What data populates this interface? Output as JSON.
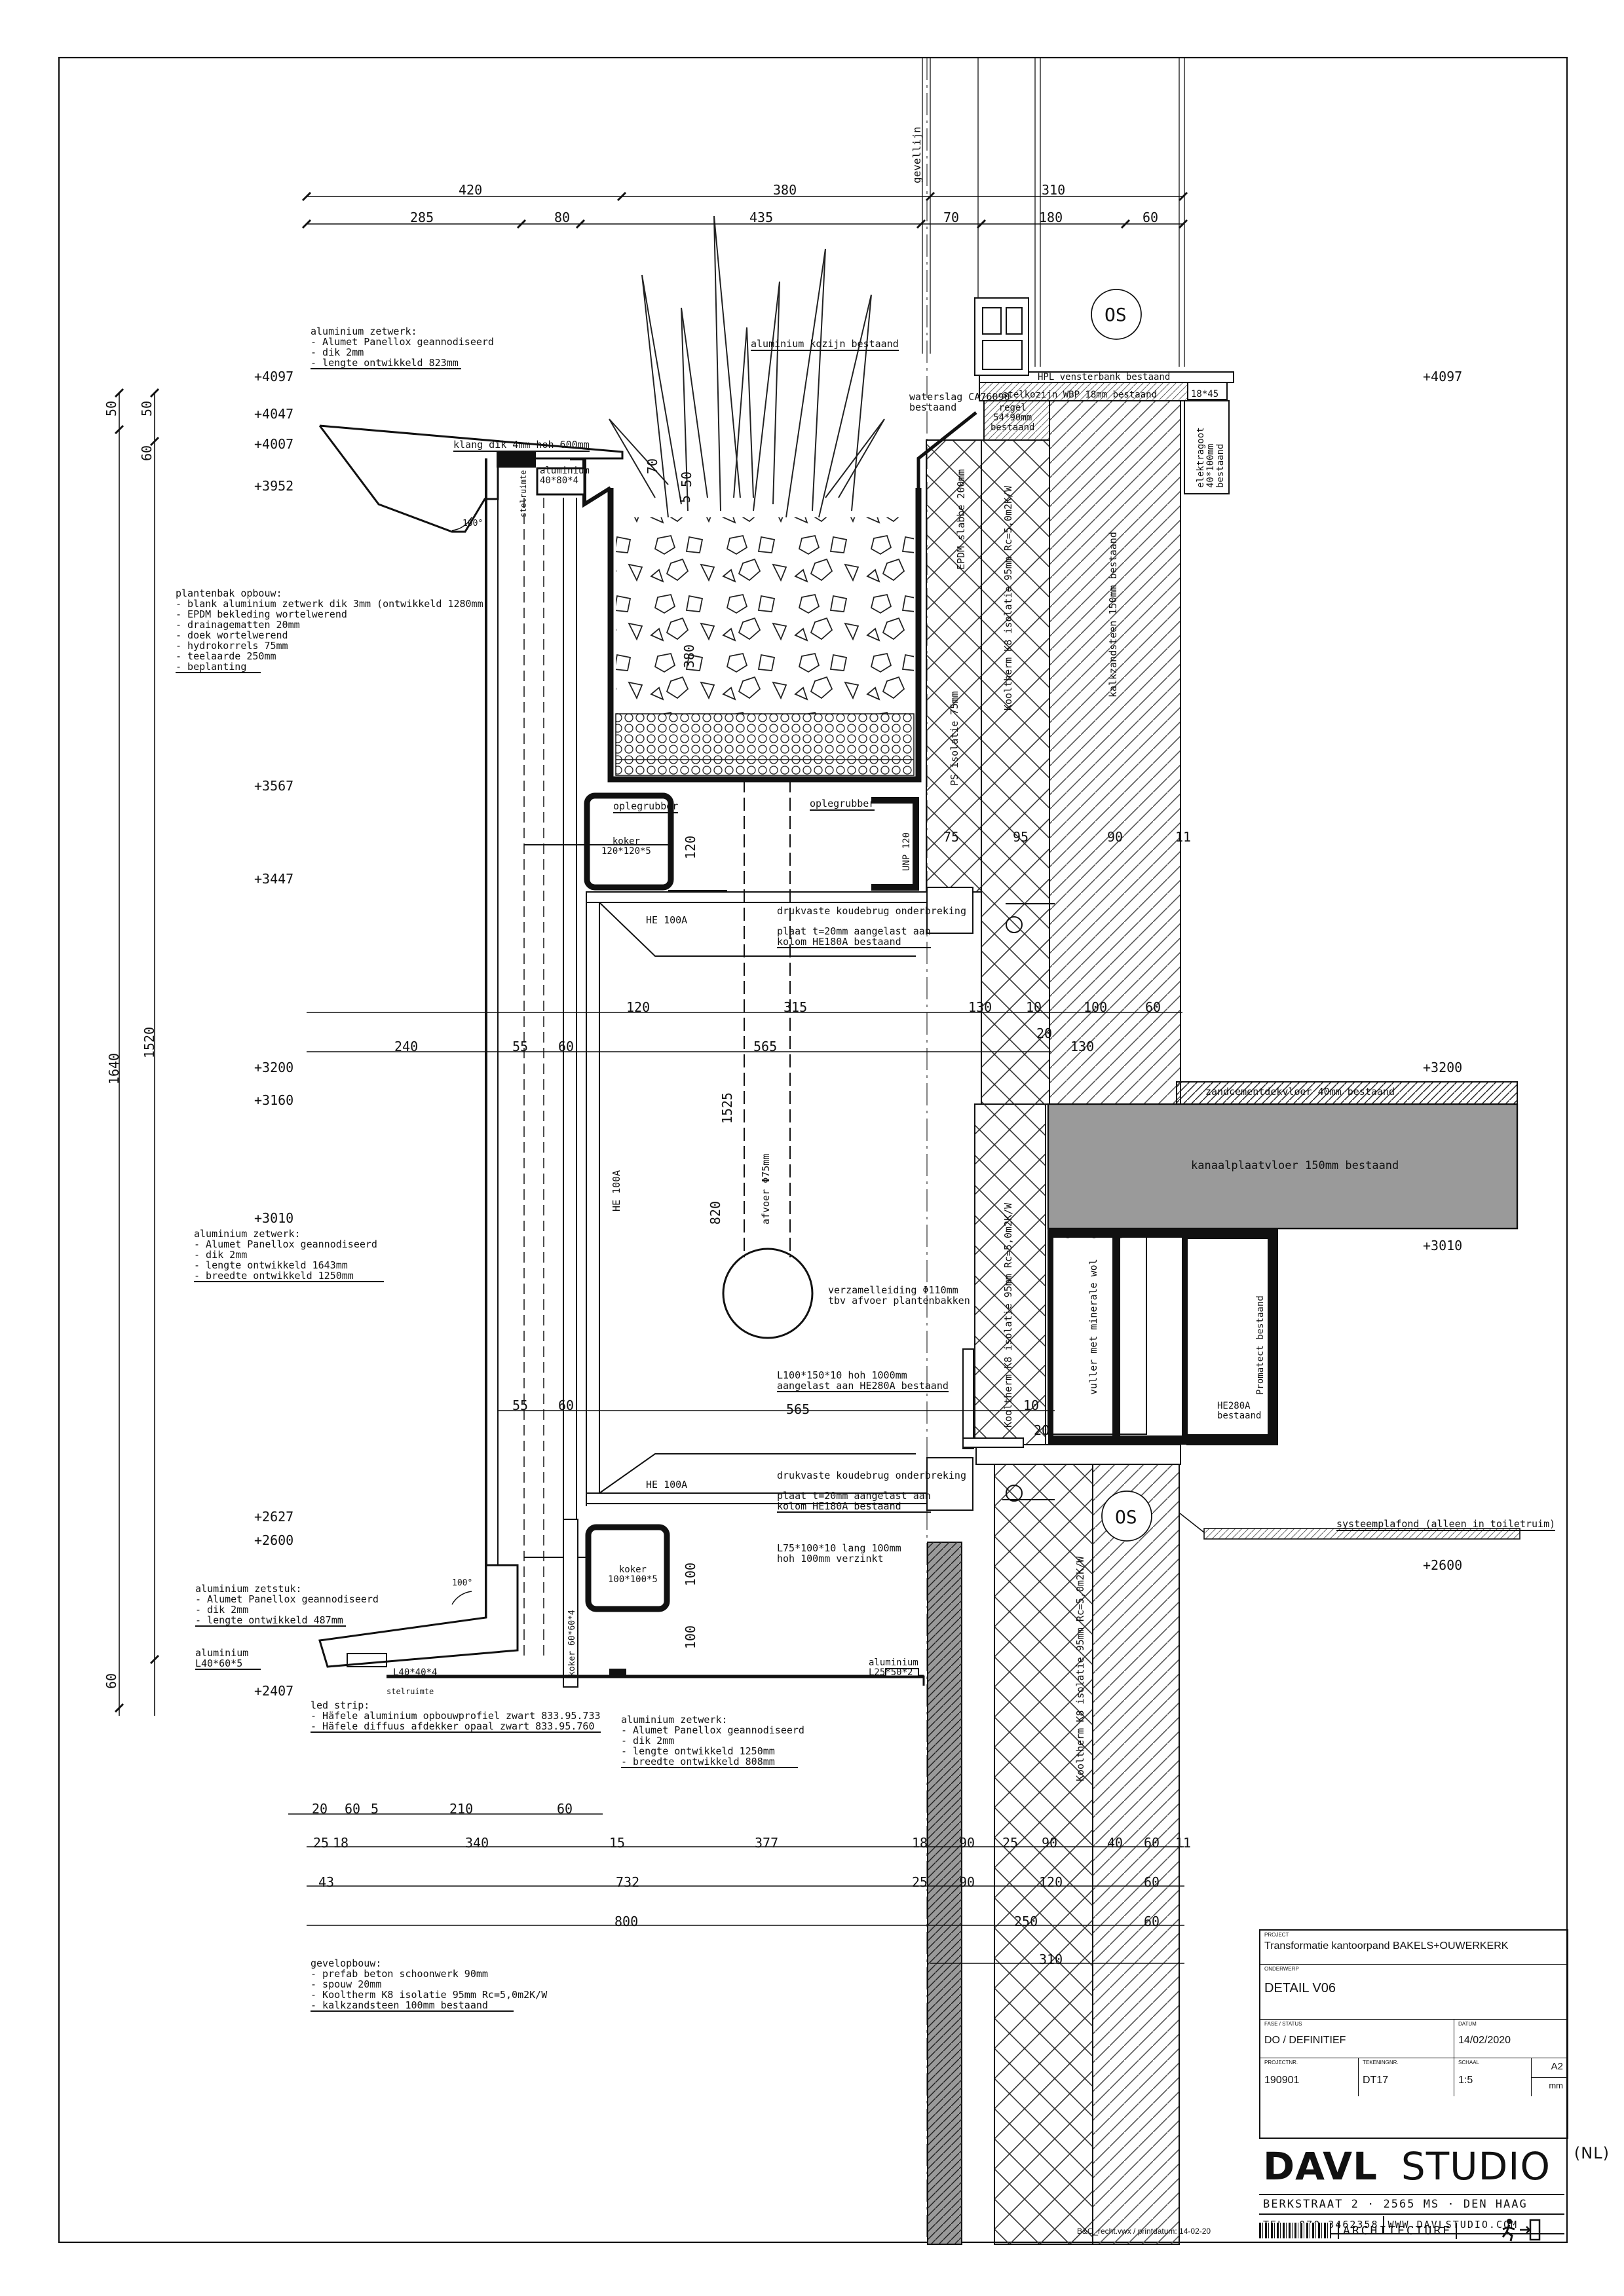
{
  "dims": {
    "top_row1": [
      "420",
      "380",
      "310"
    ],
    "top_row2": [
      "285",
      "80",
      "435",
      "70",
      "180",
      "60"
    ],
    "left_outer": [
      "50",
      "50",
      "1640"
    ],
    "left_inner": [
      "60",
      "1520",
      "60"
    ],
    "inner_mid": [
      "120",
      "315",
      "130",
      "10",
      "20",
      "100",
      "60"
    ],
    "row_3200": [
      "240",
      "55",
      "60",
      "565",
      "130"
    ],
    "unp_row": [
      "75",
      "95",
      "90",
      "11"
    ],
    "vert": [
      "70",
      "5",
      "50",
      "380",
      "120",
      "1525",
      "820",
      "100",
      "100"
    ],
    "lower_row": [
      "55",
      "60",
      "565",
      "10",
      "20"
    ],
    "bot_a": [
      "20",
      "60",
      "5",
      "210",
      "60"
    ],
    "bot_b": [
      "25",
      "18",
      "340",
      "15",
      "377",
      "18",
      "90",
      "25",
      "90",
      "40",
      "60",
      "11"
    ],
    "bot_c": [
      "43",
      "732",
      "25",
      "90",
      "120",
      "60"
    ],
    "bot_d": [
      "800",
      "250",
      "60"
    ],
    "bot_e": [
      "310"
    ]
  },
  "levels": {
    "l4097a": "+4097",
    "l4047": "+4047",
    "l4007": "+4007",
    "l3952": "+3952",
    "l3567": "+3567",
    "l3447": "+3447",
    "l3200": "+3200",
    "l3160": "+3160",
    "l3010": "+3010",
    "l2627": "+2627",
    "l2600": "+2600",
    "l2407": "+2407",
    "r4097": "+4097",
    "r3200": "+3200",
    "r3010": "+3010",
    "r2600": "+2600"
  },
  "labels": {
    "gevellijn": "gevellijn",
    "os": "OS",
    "zetwerk1": [
      "aluminium zetwerk:",
      "- Alumet Panellox geannodiseerd",
      "- dik 2mm",
      "- lengte ontwikkeld 823mm"
    ],
    "klang": "klang dik 4mm hoh 600mm",
    "alu_kozijn": "aluminium kozijn bestaand",
    "waterslag": [
      "waterslag CA76090",
      "bestaand"
    ],
    "hpl": "HPL vensterbank bestaand",
    "stelkozijn": "stelkozijn WBP 18mm bestaand",
    "k18": "18*45",
    "regel": [
      "regel",
      "54*90mm",
      "bestaand"
    ],
    "elektragoot": [
      "elektragoot",
      "40*100mm",
      "bestaand"
    ],
    "alu_box": [
      "aluminium",
      "40*80*4"
    ],
    "stelruimte": "stelruimte",
    "plantenbak": [
      "plantenbak opbouw:",
      "- blank aluminium zetwerk dik 3mm (ontwikkeld 1280mm)",
      "- EPDM bekleding wortelwerend",
      "- drainagematten 20mm",
      "- doek wortelwerend",
      "- hydrokorrels 75mm",
      "- teelaarde 250mm",
      "- beplanting"
    ],
    "epdm": "EPDM slabbe 200mm",
    "kooltherm_top": "Kooltherm K8 isolatie 95mm Rc=5,0m2K/W",
    "kalkzandsteen": "kalkzandsteen 150mm bestaand",
    "ps": "PS isolatie 75mm",
    "oplegrubber": "oplegrubber",
    "koker1": [
      "koker",
      "120*120*5"
    ],
    "unp": "UNP 120",
    "he100a_1": "HE 100A",
    "koudebrug1": "drukvaste koudebrug onderbreking",
    "plaat1": [
      "plaat t=20mm aangelast aan",
      "kolom HE180A bestaand"
    ],
    "he100a_v": "HE 100A",
    "afvoer": "afvoer Φ75mm",
    "verzamel": [
      "verzamelleiding Φ110mm",
      "tbv afvoer plantenbakken"
    ],
    "zandcement": "zandcementdekvloer 40mm bestaand",
    "kanaalplaat": "kanaalplaatvloer 150mm bestaand",
    "kooltherm_mid": "Kooltherm K8 isolatie 95mm Rc=5,0m2K/W",
    "vuller": "vuller met minerale wol",
    "brandwerend": "Promatect bestaand",
    "he280a": [
      "HE280A",
      "bestaand"
    ],
    "zetwerk2": [
      "aluminium zetwerk:",
      "- Alumet Panellox geannodiseerd",
      "- dik 2mm",
      "- lengte ontwikkeld 1643mm",
      "- breedte ontwikkeld 1250mm"
    ],
    "lprofiel": [
      "L100*150*10 hoh 1000mm",
      "aangelast aan HE280A bestaand"
    ],
    "he100a_2": "HE 100A",
    "koudebrug2": "drukvaste koudebrug onderbreking",
    "plaat2": [
      "plaat t=20mm aangelast aan",
      "kolom HE180A bestaand"
    ],
    "l75": [
      "L75*100*10 lang 100mm",
      "hoh 100mm verzinkt"
    ],
    "koker2": [
      "koker",
      "100*100*5"
    ],
    "koker3": "koker 60*60*4",
    "zetstuk": [
      "aluminium zetstuk:",
      "- Alumet Panellox geannodiseerd",
      "- dik 2mm",
      "- lengte ontwikkeld 487mm"
    ],
    "l40_60": [
      "aluminium",
      "L40*60*5"
    ],
    "l40_40": "L40*40*4",
    "l25": [
      "aluminium",
      "L25*50*2"
    ],
    "systeemplafond": "systeemplafond (alleen in toiletruim)",
    "kooltherm_low": "Kooltherm K8 isolatie 95mm Rc=5,0m2K/W",
    "ledstrip": [
      "led strip:",
      "- Häfele aluminium opbouwprofiel zwart 833.95.733",
      "- Häfele diffuus afdekker opaal zwart 833.95.760"
    ],
    "zetwerk3": [
      "aluminium zetwerk:",
      "- Alumet Panellox geannodiseerd",
      "- dik 2mm",
      "- lengte ontwikkeld 1250mm",
      "- breedte ontwikkeld 808mm"
    ],
    "gevelopbouw": [
      "gevelopbouw:",
      "- prefab beton schoonwerk 90mm",
      "- spouw 20mm",
      "- Kooltherm K8 isolatie 95mm Rc=5,0m2K/W",
      "- kalkzandsteen 100mm bestaand"
    ],
    "angle100a": "100°",
    "angle100b": "100°",
    "hoh": "hoh"
  },
  "titleblock": {
    "project_label": "PROJECT",
    "project": "Transformatie kantoorpand BAKELS+OUWERKERK",
    "onderwerp_label": "ONDERWERP",
    "onderwerp": "DETAIL V06",
    "fase_label": "FASE / STATUS",
    "fase": "DO / DEFINITIEF",
    "datum_label": "DATUM",
    "datum": "14/02/2020",
    "projectnr_label": "PROJECTNR.",
    "projectnr": "190901",
    "tekening_label": "TEKENINGNR.",
    "tekening": "DT17",
    "schaal_label": "SCHAAL",
    "schaal": "1:5",
    "formaat": "A2",
    "eenheid": "mm",
    "brand_bold": "DAVL",
    "brand_light": "STUDIO",
    "brand_nl": "(NL)",
    "address": "BERKSTRAAT 2 · 2565 MS · DEN HAAG",
    "tel": "TEL: 070 3462358",
    "web": "WWW.DAVLSTUDIO.COM",
    "architecture": "ARCHITECTURE"
  },
  "footer": "B&O_recht.vwx  /  printdatum: 14-02-20"
}
